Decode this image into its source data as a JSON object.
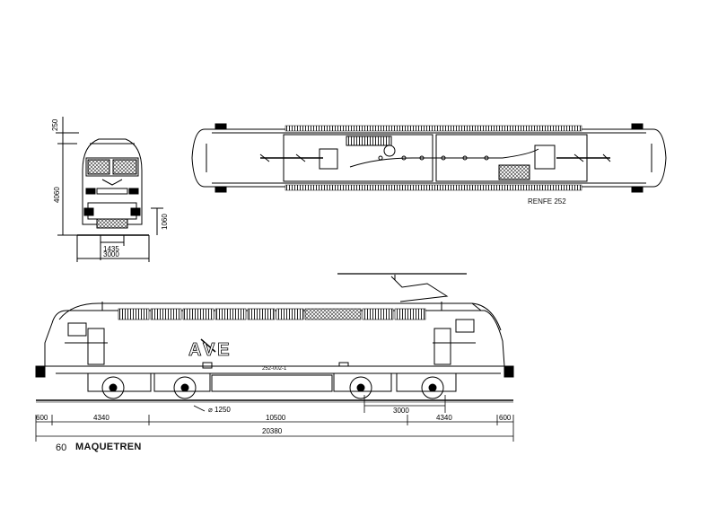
{
  "footer": {
    "page_number": "60",
    "magazine": "MAQUETREN"
  },
  "top_view": {
    "caption": "RENFE 252"
  },
  "front_view": {
    "dims": {
      "pantograph_height": "250",
      "total_height": "4060",
      "buffer_height": "1060",
      "gauge": "1435",
      "width": "3000"
    }
  },
  "side_view": {
    "logo": "AVE",
    "number": "252-002-1",
    "wheel_label": "⌀ 1250",
    "dims": {
      "overhang_left": "600",
      "wheelbase_left": "4340",
      "bogie_centres": "10500",
      "wheelbase_right": "4340",
      "overhang_right": "600",
      "bogie_spacing": "3000",
      "total_length": "20380"
    }
  }
}
